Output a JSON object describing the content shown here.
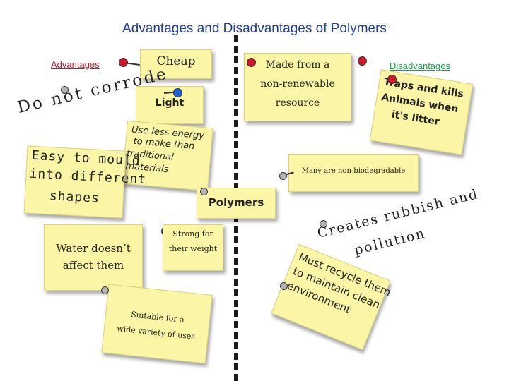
{
  "title": "Advantages and Disadvantages of Polymers",
  "headers": {
    "advantages": "Advantages",
    "disadvantages": "Disadvantages"
  },
  "colors": {
    "title": "#1f3f8f",
    "advantages_header": "#c0182a",
    "disadvantages_header": "#1aa24a",
    "note_fill": "#fbf6a6",
    "pin_red": "#d0152a",
    "pin_blue": "#1f5fd8",
    "pin_grey": "#b5b5b5"
  },
  "advantages": {
    "cheap": "Cheap",
    "light": "Light",
    "do_not_corrode": "Do not corrode",
    "use_less_energy": [
      "Use less energy",
      "to make than",
      "traditional",
      "materials"
    ],
    "easy_to_mould": [
      "Easy to mould",
      "into different",
      "shapes"
    ],
    "water": [
      "Water doesn’t",
      "affect them"
    ],
    "strong": [
      "Strong for",
      "their weight"
    ],
    "suitable": [
      "Suitable for a",
      "wide variety of uses"
    ]
  },
  "center_label": "Polymers",
  "disadvantages": {
    "non_renewable": [
      "Made from a",
      "non-renewable",
      "resource"
    ],
    "traps_animals": [
      "Traps and kills",
      "Animals when",
      "it's litter"
    ],
    "non_biodegradable": "Many are non-biodegradable",
    "creates_rubbish": [
      "Creates rubbish and",
      "pollution"
    ],
    "recycle": [
      "Must recycle them",
      "to maintain clean",
      "environment"
    ]
  }
}
